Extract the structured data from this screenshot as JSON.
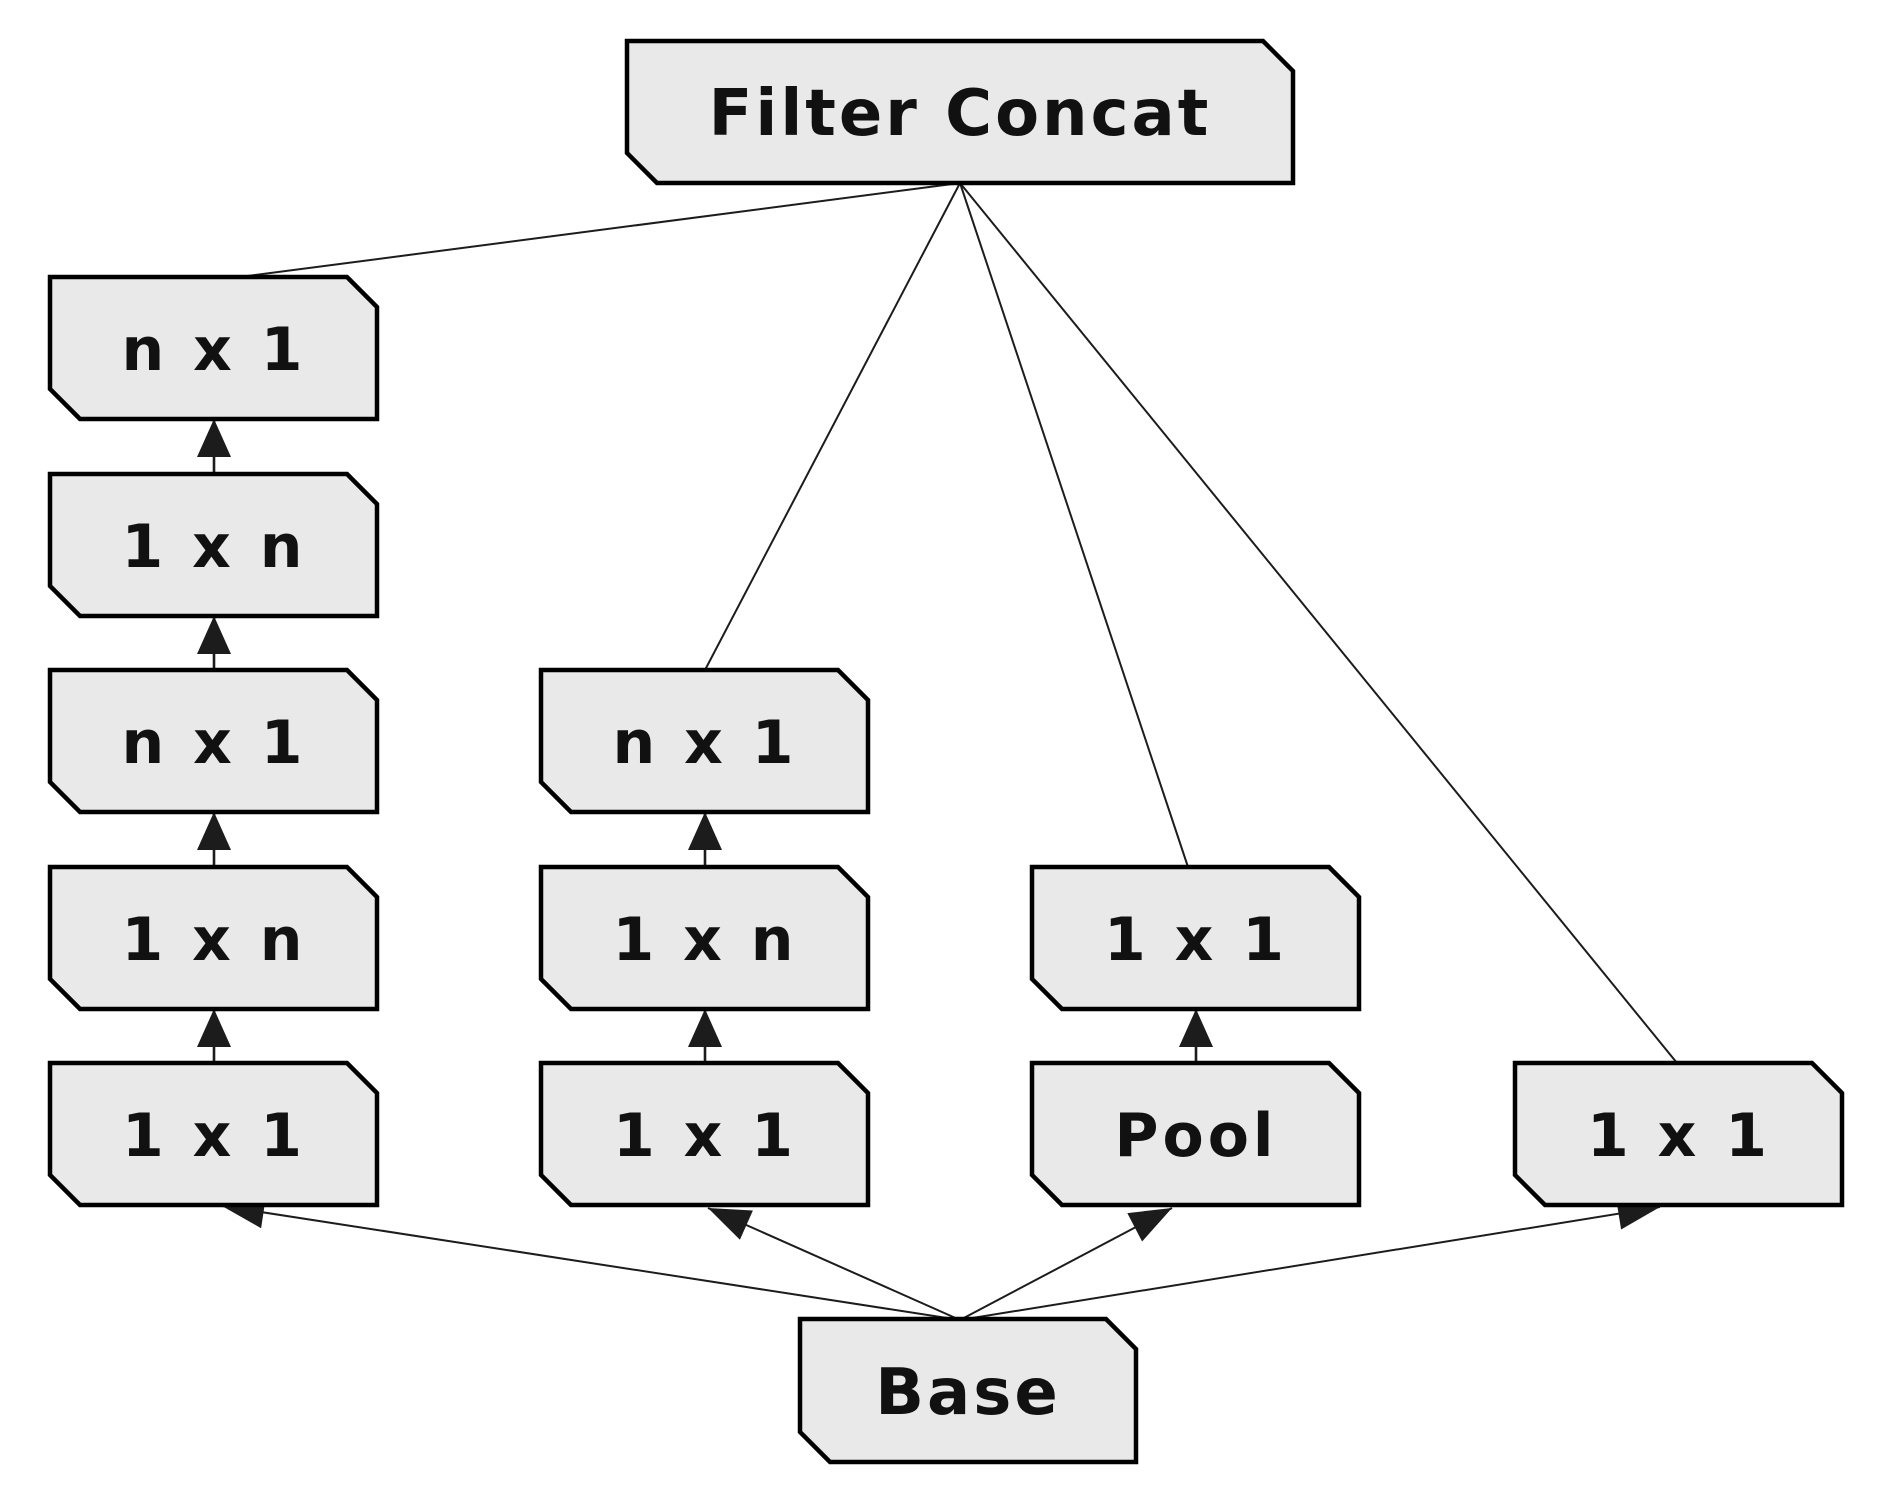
{
  "diagram": {
    "kind": "inception-module-network-diagram",
    "nodes": {
      "filter_concat": {
        "label": "Filter Concat"
      },
      "base": {
        "label": "Base"
      }
    },
    "branches": [
      {
        "id": "branch-1",
        "boxes": [
          "n x 1",
          "1 x n",
          "n x 1",
          "1 x n",
          "1 x 1"
        ]
      },
      {
        "id": "branch-2",
        "boxes": [
          "n x 1",
          "1 x n",
          "1 x 1"
        ]
      },
      {
        "id": "branch-3",
        "boxes": [
          "1 x 1",
          "Pool"
        ]
      },
      {
        "id": "branch-4",
        "boxes": [
          "1 x 1"
        ]
      }
    ],
    "edges": [
      {
        "from": "Base",
        "to": "branch-1: 1 x 1",
        "arrow": true
      },
      {
        "from": "Base",
        "to": "branch-2: 1 x 1",
        "arrow": true
      },
      {
        "from": "Base",
        "to": "branch-3: Pool",
        "arrow": true
      },
      {
        "from": "Base",
        "to": "branch-4: 1 x 1",
        "arrow": true
      },
      {
        "from": "branch-1: 1 x 1",
        "to": "branch-1: 1 x n",
        "arrow": true
      },
      {
        "from": "branch-1: 1 x n",
        "to": "branch-1: n x 1",
        "arrow": true
      },
      {
        "from": "branch-1: n x 1",
        "to": "branch-1: 1 x n (upper)",
        "arrow": true
      },
      {
        "from": "branch-1: 1 x n (upper)",
        "to": "branch-1: n x 1 (top)",
        "arrow": true
      },
      {
        "from": "branch-2: 1 x 1",
        "to": "branch-2: 1 x n",
        "arrow": true
      },
      {
        "from": "branch-2: 1 x n",
        "to": "branch-2: n x 1",
        "arrow": true
      },
      {
        "from": "branch-3: Pool",
        "to": "branch-3: 1 x 1",
        "arrow": true
      },
      {
        "from": "branch-1: n x 1 (top)",
        "to": "Filter Concat",
        "arrow": false
      },
      {
        "from": "branch-2: n x 1 (top)",
        "to": "Filter Concat",
        "arrow": false
      },
      {
        "from": "branch-3: 1 x 1 (top)",
        "to": "Filter Concat",
        "arrow": false
      },
      {
        "from": "branch-4: 1 x 1",
        "to": "Filter Concat",
        "arrow": false
      }
    ]
  },
  "colors": {
    "node_fill": "#e9e9e9",
    "node_border": "#000000",
    "line": "#1c1c1c",
    "text": "#111111",
    "background": "#ffffff"
  }
}
